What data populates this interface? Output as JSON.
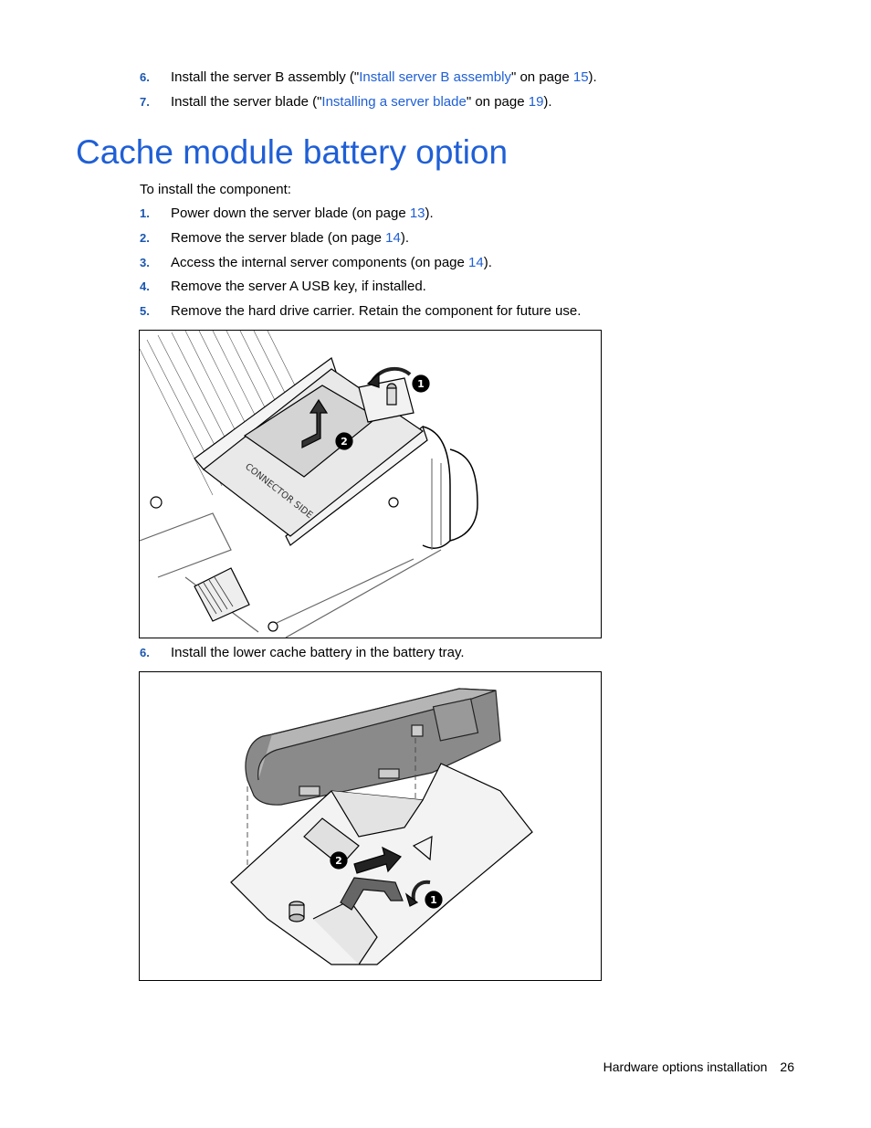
{
  "top_steps": [
    {
      "num": "6.",
      "pre": "Install the server B assembly (\"",
      "link": "Install server B assembly",
      "mid": "\" on page ",
      "page": "15",
      "post": ")."
    },
    {
      "num": "7.",
      "pre": "Install the server blade (\"",
      "link": "Installing a server blade",
      "mid": "\" on page ",
      "page": "19",
      "post": ")."
    }
  ],
  "section_title": "Cache module battery option",
  "intro": "To install the component:",
  "steps": [
    {
      "num": "1.",
      "pre": "Power down the server blade (on page ",
      "page": "13",
      "post": ")."
    },
    {
      "num": "2.",
      "pre": "Remove the server blade (on page ",
      "page": "14",
      "post": ")."
    },
    {
      "num": "3.",
      "pre": "Access the internal server components (on page ",
      "page": "14",
      "post": ")."
    },
    {
      "num": "4.",
      "text": "Remove the server A USB key, if installed."
    },
    {
      "num": "5.",
      "text": "Remove the hard drive carrier. Retain the component for future use."
    }
  ],
  "step6": {
    "num": "6.",
    "text": "Install the lower cache battery in the battery tray."
  },
  "figure1": {
    "callout_1": "1",
    "callout_2": "2",
    "connector_label": "CONNECTOR SIDE"
  },
  "figure2": {
    "callout_1": "1",
    "callout_2": "2"
  },
  "footer": {
    "section": "Hardware options installation",
    "page": "26"
  },
  "colors": {
    "link": "#1f5fd6",
    "heading": "#1f5fd6",
    "step_number": "#1a56b0"
  }
}
